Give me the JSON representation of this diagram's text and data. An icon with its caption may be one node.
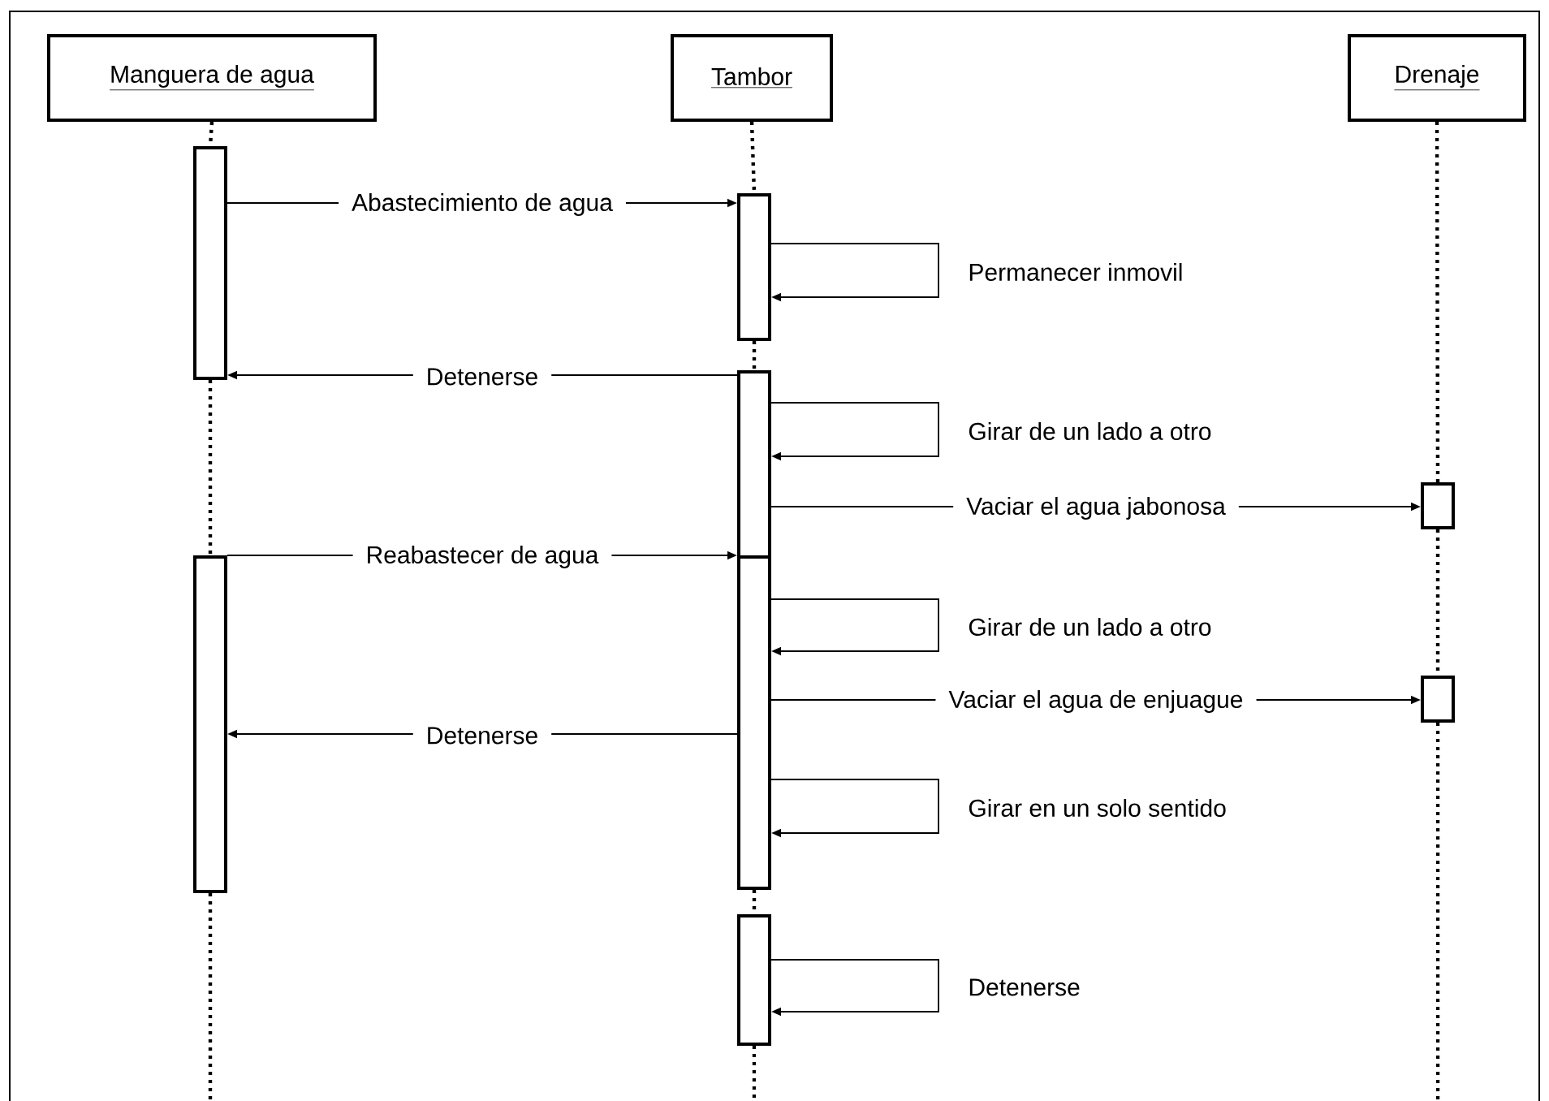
{
  "diagram": {
    "nodes": [
      {
        "text": [
          "Manguera de agua"
        ]
      },
      {
        "text": [
          "Tambor"
        ]
      },
      {
        "text": [
          "Drenaje"
        ]
      },
      {
        "text": [],
        "shape": "bar"
      },
      {
        "text": [],
        "shape": "bar"
      },
      {
        "text": [],
        "shape": "bar"
      },
      {
        "text": [],
        "shape": "bar"
      },
      {
        "text": [],
        "shape": "bar"
      },
      {
        "text": [],
        "shape": "bar"
      },
      {
        "text": [],
        "shape": "bar"
      },
      {
        "text": [],
        "shape": "bar"
      }
    ],
    "edges": [
      {
        "from": 0,
        "to": 3,
        "arrow": "none",
        "style": "dashed"
      },
      {
        "from": 3,
        "to": 4,
        "arrow": "none",
        "style": "dashed"
      },
      {
        "from": 4,
        "to": null,
        "arrow": "none",
        "style": "dashed"
      },
      {
        "from": 1,
        "to": 5,
        "arrow": "none",
        "style": "dashed"
      },
      {
        "from": 5,
        "to": 6,
        "arrow": "none",
        "style": "dashed"
      },
      {
        "from": 7,
        "to": 8,
        "arrow": "none",
        "style": "dashed"
      },
      {
        "from": 8,
        "to": null,
        "arrow": "none",
        "style": "dashed"
      },
      {
        "from": 2,
        "to": 9,
        "arrow": "none",
        "style": "dashed"
      },
      {
        "from": 9,
        "to": 10,
        "arrow": "none",
        "style": "dashed"
      },
      {
        "from": 10,
        "to": null,
        "arrow": "none",
        "style": "dashed"
      },
      {
        "from": 3,
        "to": 5,
        "arrow": "to",
        "label": "Abastecimiento de agua"
      },
      {
        "from": 5,
        "to": 5,
        "arrow": "to",
        "label": "Permanecer inmovil"
      },
      {
        "from": 6,
        "to": 3,
        "arrow": "to",
        "label": "Detenerse"
      },
      {
        "from": 6,
        "to": 6,
        "arrow": "to",
        "label": "Girar de un lado a otro"
      },
      {
        "from": 6,
        "to": 9,
        "arrow": "to",
        "label": "Vaciar el agua jabonosa"
      },
      {
        "from": 4,
        "to": 7,
        "arrow": "to",
        "label": "Reabastecer de agua"
      },
      {
        "from": 7,
        "to": 7,
        "arrow": "to",
        "label": "Girar de un lado a otro"
      },
      {
        "from": 7,
        "to": 10,
        "arrow": "to",
        "label": "Vaciar el agua de enjuague"
      },
      {
        "from": 7,
        "to": 4,
        "arrow": "to",
        "label": "Detenerse"
      },
      {
        "from": 7,
        "to": 7,
        "arrow": "to",
        "label": "Girar en un solo sentido"
      },
      {
        "from": 8,
        "to": 8,
        "arrow": "to",
        "label": "Detenerse"
      }
    ]
  }
}
